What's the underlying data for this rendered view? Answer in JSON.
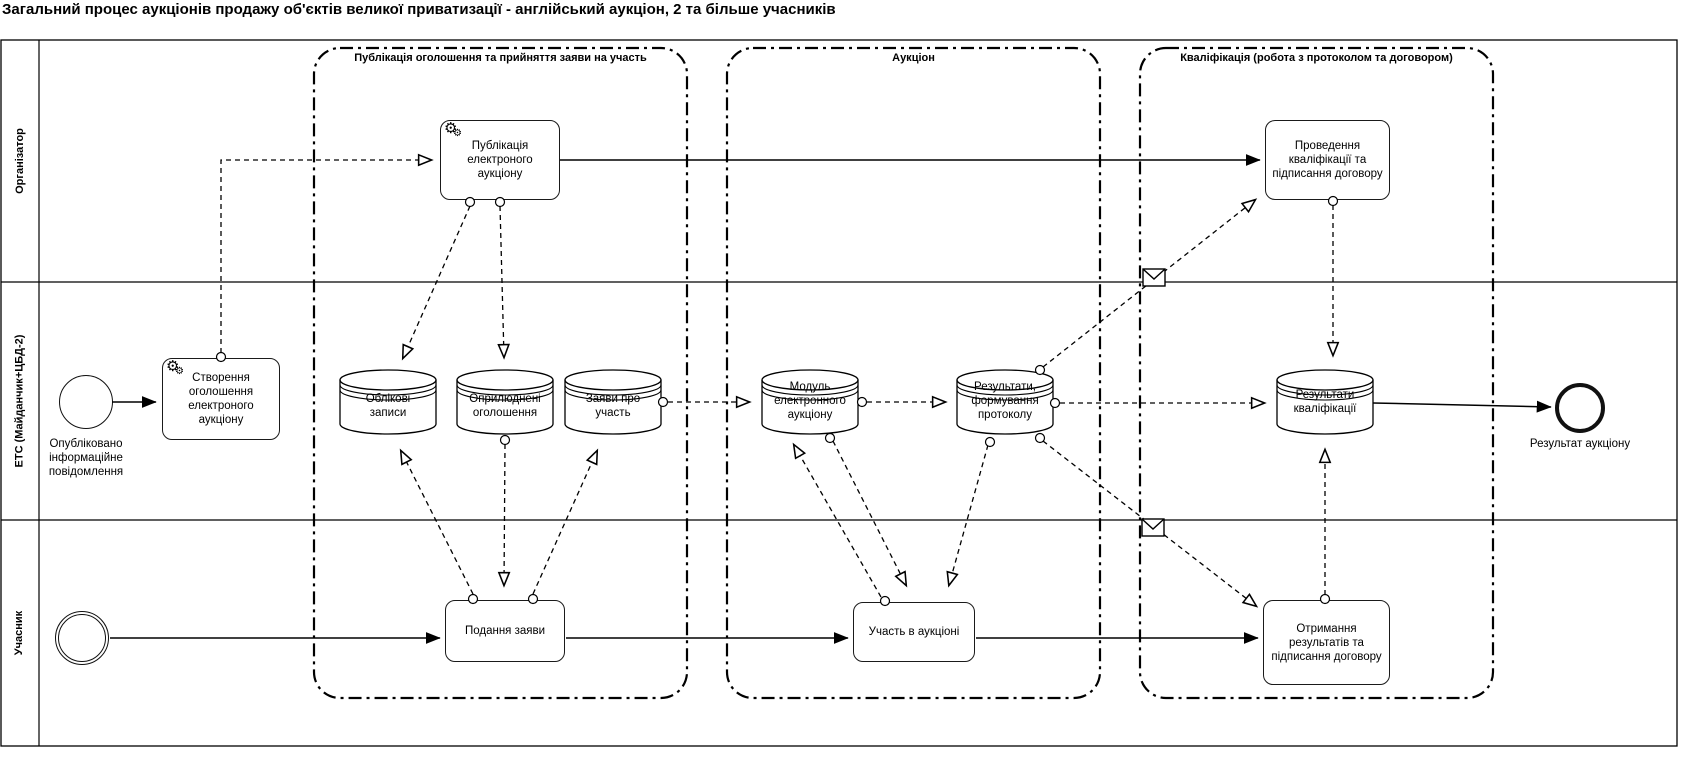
{
  "title": "Загальний процес аукціонів продажу об'єктів великої приватизації - англійський аукціон, 2 та більше учасників",
  "lanes": [
    {
      "label": "Організатор"
    },
    {
      "label": "ЕТС (Майданчик+ЦБД-2)"
    },
    {
      "label": "Учасник"
    }
  ],
  "groups": [
    {
      "label": "Публікація оголошення та прийняття заяви на участь"
    },
    {
      "label": "Аукціон"
    },
    {
      "label": "Кваліфікація (робота з протоколом та договором)"
    }
  ],
  "events": [
    {
      "id": "start-published",
      "type": "start",
      "label": "Опубліковано інформаційне повідомлення"
    },
    {
      "id": "participant-start",
      "type": "intermediate",
      "label": ""
    },
    {
      "id": "auction-result",
      "type": "end",
      "label": "Результат аукціону"
    }
  ],
  "tasks": [
    {
      "id": "create-announcement",
      "label": "Створення оголошення електроного аукціону",
      "marker": "gear"
    },
    {
      "id": "publish-auction",
      "label": "Публікація електроного аукціону",
      "marker": "gear"
    },
    {
      "id": "submit-application",
      "label": "Подання заяви",
      "marker": ""
    },
    {
      "id": "participate-auction",
      "label": "Участь в аукціоні",
      "marker": ""
    },
    {
      "id": "run-qualification",
      "label": "Проведення кваліфікації та підписання договору",
      "marker": ""
    },
    {
      "id": "receive-results",
      "label": "Отримання результатів та підписання договору",
      "marker": ""
    }
  ],
  "datastores": [
    {
      "id": "accounts",
      "label": "Облікові записи"
    },
    {
      "id": "published-announcements",
      "label": "Оприлюднені оголошення"
    },
    {
      "id": "applications",
      "label": "Заяви про участь"
    },
    {
      "id": "auction-module",
      "label": "Модуль електронного аукціону"
    },
    {
      "id": "results-protocol",
      "label": "Результати, формування протоколу"
    },
    {
      "id": "qualification-results",
      "label": "Результати кваліфікації"
    }
  ],
  "icons": {
    "gear": "⚙",
    "envelope": "message-envelope"
  },
  "colors": {
    "line": "#000000",
    "background": "#ffffff"
  }
}
